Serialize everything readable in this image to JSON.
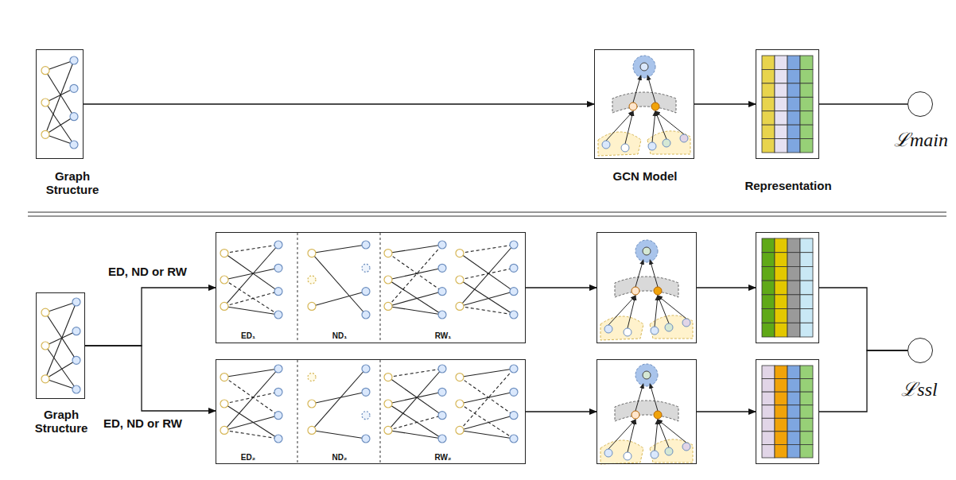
{
  "diagram": {
    "nodes": [
      {
        "text": [
          "Graph Structure"
        ]
      },
      {
        "text": [
          "GCN Model"
        ]
      },
      {
        "text": [
          "Representation"
        ]
      },
      {
        "text": [
          "ℒmain"
        ]
      },
      {
        "text": [
          "Graph Structure"
        ]
      },
      {
        "text": [
          "ED₁",
          "ND₁",
          "RW₁"
        ]
      },
      {
        "text": []
      },
      {
        "text": []
      },
      {
        "text": [
          "ED₂",
          "ND₂",
          "RW₂"
        ]
      },
      {
        "text": []
      },
      {
        "text": []
      },
      {
        "text": [
          "ℒssl"
        ]
      }
    ],
    "edges": [
      {
        "from": 0,
        "to": 1,
        "arrow": "to"
      },
      {
        "from": 1,
        "to": 2,
        "arrow": "to"
      },
      {
        "from": 2,
        "to": 3,
        "arrow": "none"
      },
      {
        "from": 4,
        "to": 5,
        "arrow": "to",
        "label": "ED, ND or RW"
      },
      {
        "from": 4,
        "to": 8,
        "arrow": "to",
        "label": "ED, ND or RW"
      },
      {
        "from": 5,
        "to": 6,
        "arrow": "to"
      },
      {
        "from": 6,
        "to": 7,
        "arrow": "to"
      },
      {
        "from": 8,
        "to": 9,
        "arrow": "to"
      },
      {
        "from": 9,
        "to": 10,
        "arrow": "to"
      },
      {
        "from": 7,
        "to": 11,
        "arrow": "none"
      },
      {
        "from": 10,
        "to": 11,
        "arrow": "none"
      }
    ]
  }
}
